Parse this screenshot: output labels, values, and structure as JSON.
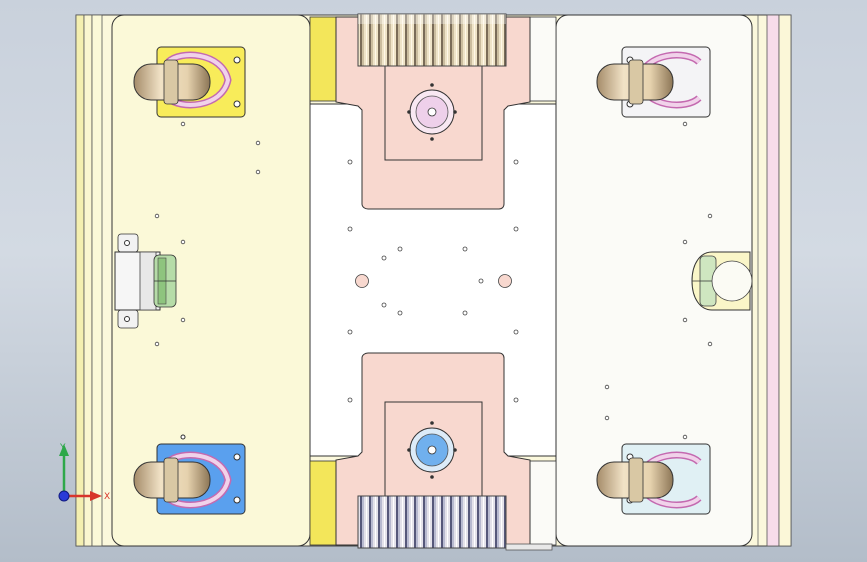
{
  "viewport": {
    "background_top": "#c9d1dc",
    "background_bottom": "#b3bdc9"
  },
  "model": {
    "colors": {
      "base_plate": "#fbf9d8",
      "right_plate": "#fbfbf7",
      "center_plate": "#ffffff",
      "carriage": "#f8d8cf",
      "yellow_bar": "#f3e65a",
      "gear": "#e8dcc0",
      "outline": "#3a3a3a",
      "pink_rail": "#f4d9ea"
    },
    "casters": [
      {
        "name": "caster-top-left",
        "mount_color": "#f8ec5a"
      },
      {
        "name": "caster-bottom-left",
        "mount_color": "#5aa0ee"
      },
      {
        "name": "caster-top-right",
        "mount_color": "#f4f4f6"
      },
      {
        "name": "caster-bottom-right",
        "mount_color": "#e0f0f4"
      }
    ],
    "hubs": [
      {
        "name": "drive-hub-top",
        "color": "#eed0ea"
      },
      {
        "name": "drive-hub-bottom",
        "color": "#70b0ee"
      }
    ]
  },
  "triad": {
    "y_label": "Y",
    "x_label": "X",
    "y_color": "#2ea84a",
    "x_color": "#d8352a",
    "z_color": "#2a3ad8"
  }
}
